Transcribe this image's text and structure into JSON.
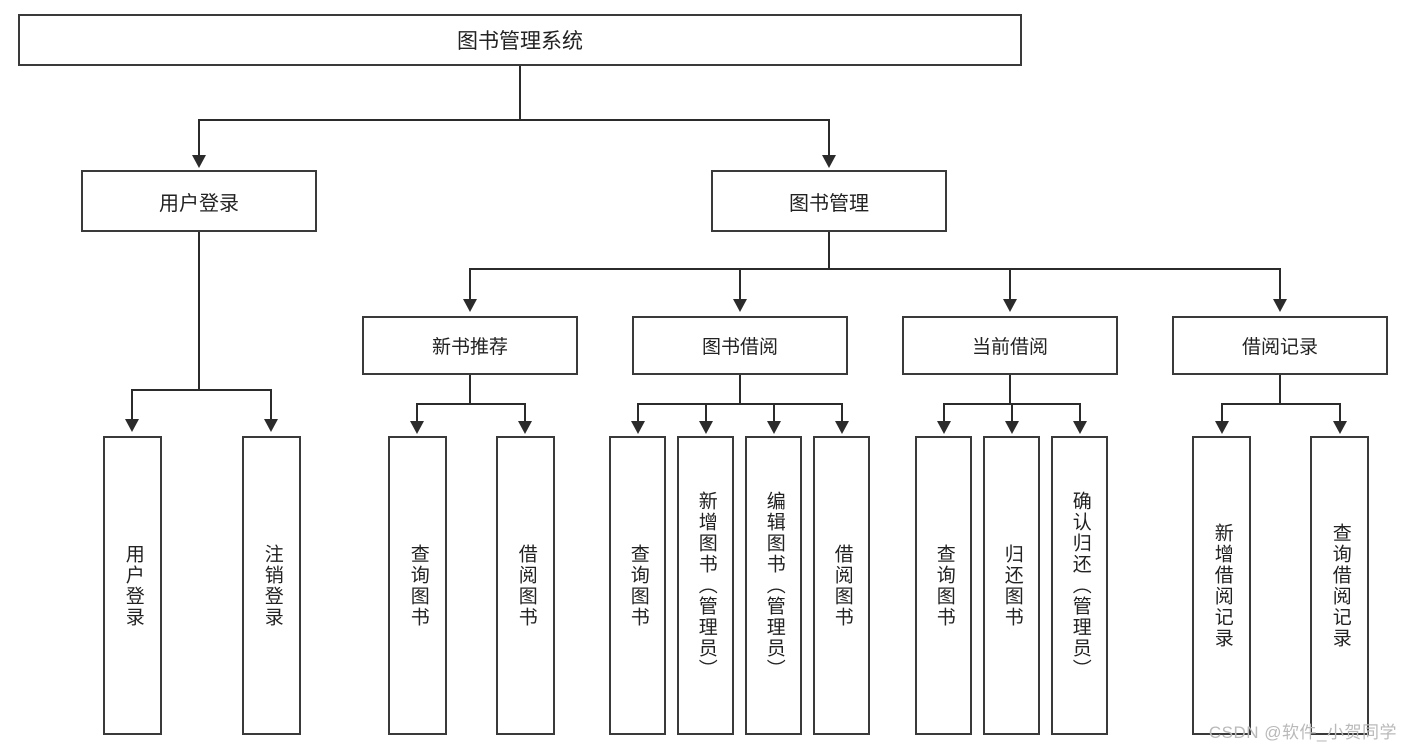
{
  "diagram": {
    "title": "图书管理系统",
    "type": "tree-hierarchy-diagram",
    "colors": {
      "border": "#3a3a3a",
      "line": "#2b2b2b",
      "background": "#ffffff",
      "watermark": "#b9b9b9"
    },
    "root": {
      "label": "图书管理系统"
    },
    "level1": [
      {
        "label": "用户登录"
      },
      {
        "label": "图书管理"
      }
    ],
    "level2": [
      {
        "label": "新书推荐"
      },
      {
        "label": "图书借阅"
      },
      {
        "label": "当前借阅"
      },
      {
        "label": "借阅记录"
      }
    ],
    "leaves": {
      "user_login": [
        {
          "label": "用户登录"
        },
        {
          "label": "注销登录"
        }
      ],
      "new_book_recommend": [
        {
          "label": "查询图书"
        },
        {
          "label": "借阅图书"
        }
      ],
      "book_borrow": [
        {
          "label": "查询图书"
        },
        {
          "label": "新增图书（管理员）"
        },
        {
          "label": "编辑图书（管理员）"
        },
        {
          "label": "借阅图书"
        }
      ],
      "current_borrow": [
        {
          "label": "查询图书"
        },
        {
          "label": "归还图书"
        },
        {
          "label": "确认归还（管理员）"
        }
      ],
      "borrow_record": [
        {
          "label": "新增借阅记录"
        },
        {
          "label": "查询借阅记录"
        }
      ]
    }
  },
  "watermark": {
    "text": "CSDN @软件_小贺同学"
  }
}
